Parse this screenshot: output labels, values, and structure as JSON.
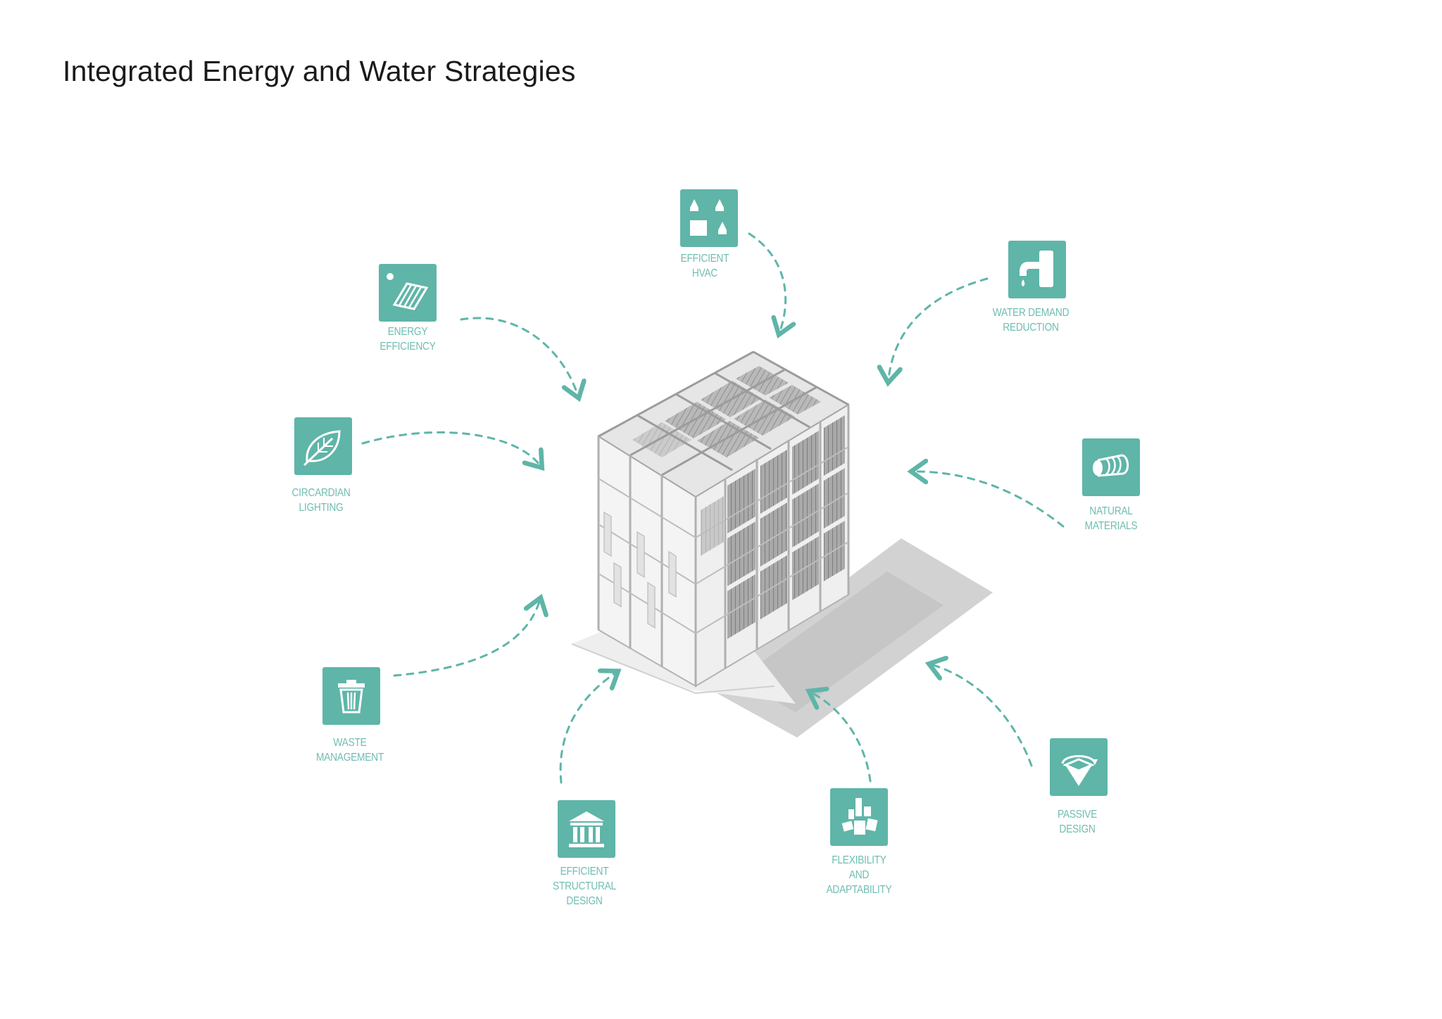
{
  "title": "Integrated Energy and Water Strategies",
  "colors": {
    "accent": "#5fb5a8",
    "label": "#6fbdb1",
    "building": "#9a9a9a"
  },
  "strategies": [
    {
      "id": "efficient-hvac",
      "icon": "rooms-icon",
      "lines": [
        "EFFICIENT",
        "HVAC"
      ]
    },
    {
      "id": "water-demand-reduction",
      "icon": "faucet-icon",
      "lines": [
        "WATER DEMAND",
        "REDUCTION"
      ]
    },
    {
      "id": "energy-efficiency",
      "icon": "solar-panel-icon",
      "lines": [
        "ENERGY",
        "EFFICIENCY"
      ]
    },
    {
      "id": "circardian-lighting",
      "icon": "leaf-icon",
      "lines": [
        "CIRCARDIAN",
        "LIGHTING"
      ]
    },
    {
      "id": "natural-materials",
      "icon": "log-icon",
      "lines": [
        "NATURAL",
        "MATERIALS"
      ]
    },
    {
      "id": "waste-management",
      "icon": "trash-icon",
      "lines": [
        "WASTE",
        "MANAGEMENT"
      ]
    },
    {
      "id": "passive-design",
      "icon": "rotate-cube-icon",
      "lines": [
        "PASSIVE",
        "DESIGN"
      ]
    },
    {
      "id": "efficient-structural-design",
      "icon": "columns-icon",
      "lines": [
        "EFFICIENT",
        "STRUCTURAL",
        "DESIGN"
      ]
    },
    {
      "id": "flexibility-adaptability",
      "icon": "blocks-icon",
      "lines": [
        "FLEXIBILITY",
        "AND",
        "ADAPTABILITY"
      ]
    }
  ]
}
